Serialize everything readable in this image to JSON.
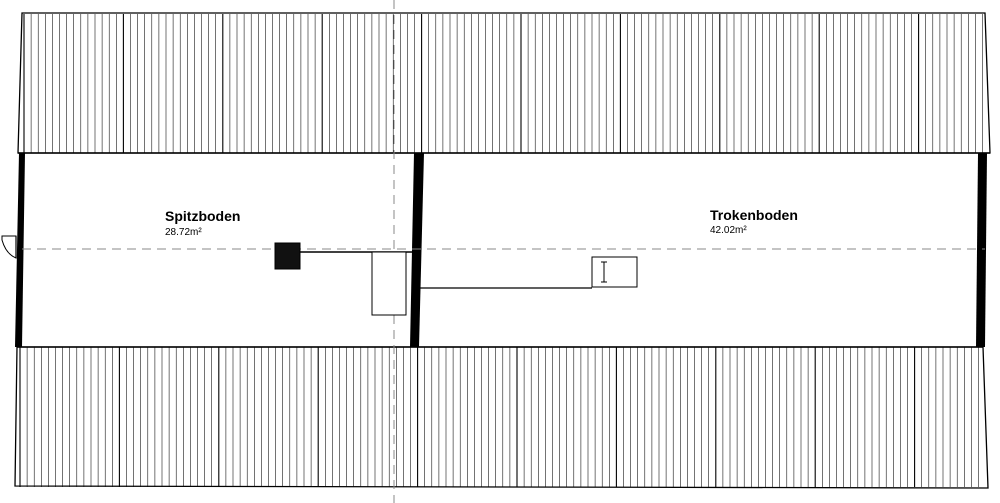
{
  "rooms": [
    {
      "name": "Spitzboden",
      "area": "28.72m²"
    },
    {
      "name": "Trokenboden",
      "area": "42.02m²"
    }
  ],
  "colors": {
    "line": "#000000",
    "hatch": "#000000",
    "background": "#ffffff",
    "axis": "#888888"
  }
}
